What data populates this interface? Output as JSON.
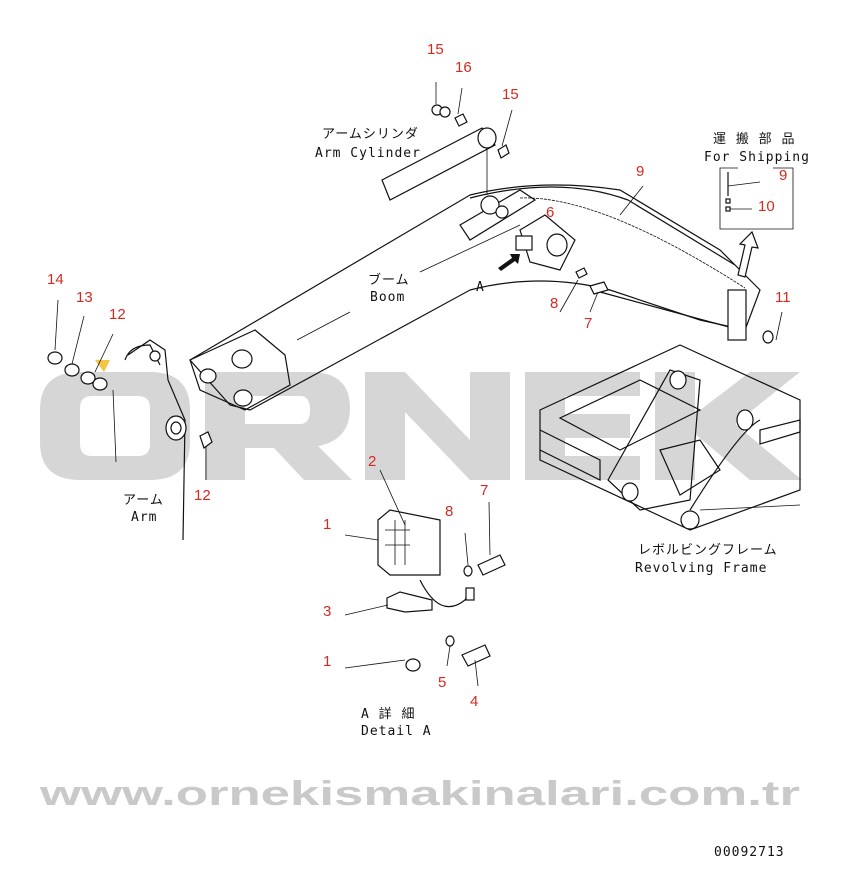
{
  "watermark": {
    "logo": "ORNEK",
    "url": "www.ornekismakinalari.com.tr"
  },
  "labels": {
    "arm_cylinder_jp": "アームシリンダ",
    "arm_cylinder_en": "Arm Cylinder",
    "shipping_jp": "運 搬 部 品",
    "shipping_en": "For Shipping",
    "boom_jp": "ブーム",
    "boom_en": "Boom",
    "view_a": "A",
    "arm_jp": "アーム",
    "arm_en": "Arm",
    "frame_jp": "レボルビングフレーム",
    "frame_en": "Revolving Frame",
    "detail_jp": "A 詳 細",
    "detail_en": "Detail A",
    "drawing_no": "00092713"
  },
  "callouts": [
    "15",
    "16",
    "15",
    "9",
    "9",
    "10",
    "6",
    "8",
    "7",
    "11",
    "14",
    "13",
    "12",
    "12",
    "2",
    "1",
    "8",
    "7",
    "3",
    "1",
    "5",
    "4"
  ],
  "colors": {
    "callout": "#d42a20",
    "line": "#111111",
    "watermark": "#c9c9c9"
  }
}
